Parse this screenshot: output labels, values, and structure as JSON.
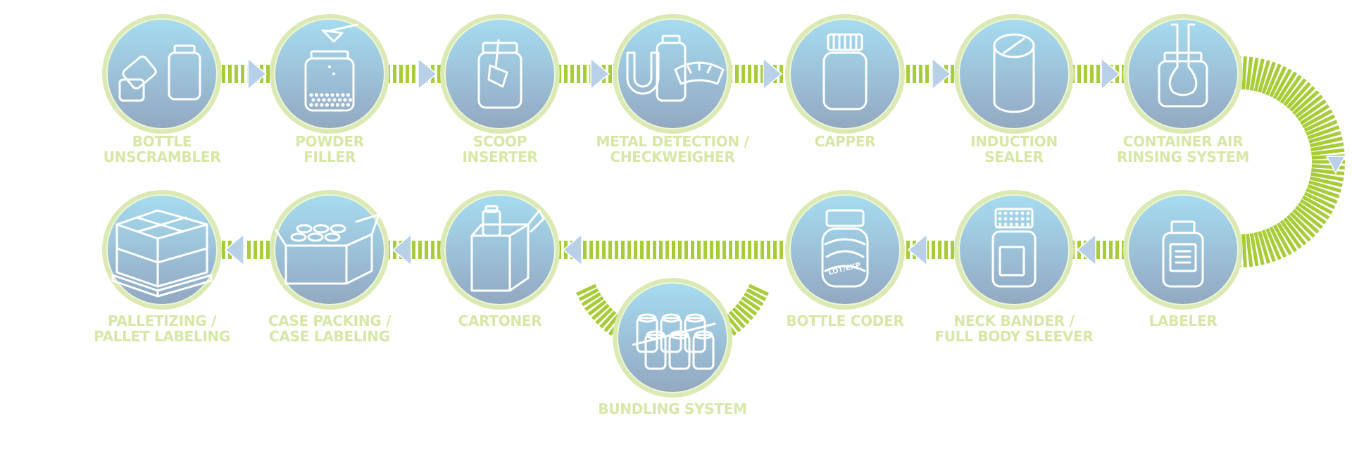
{
  "colors": {
    "accent_green": "#a8cc38",
    "label_green": "#d6e7a7",
    "ring_green": "#dbe9b3",
    "circle_top": "#a6dcf0",
    "circle_bottom": "#94aac2",
    "arrow_blue": "#b9d1e8",
    "icon_white": "#ffffff"
  },
  "steps": [
    {
      "id": "bottle-unscrambler",
      "label": [
        "BOTTLE",
        "UNSCRAMBLER"
      ],
      "icon": "bottles-tipped-icon"
    },
    {
      "id": "powder-filler",
      "label": [
        "POWDER",
        "FILLER"
      ],
      "icon": "powder-jar-icon"
    },
    {
      "id": "scoop-inserter",
      "label": [
        "SCOOP",
        "INSERTER"
      ],
      "icon": "jar-scoop-icon"
    },
    {
      "id": "metal-detection-checkweigher",
      "label": [
        "METAL DETECTION /",
        "CHECKWEIGHER"
      ],
      "icon": "magnet-scale-icon"
    },
    {
      "id": "capper",
      "label": [
        "CAPPER"
      ],
      "icon": "capped-jar-icon"
    },
    {
      "id": "induction-sealer",
      "label": [
        "INDUCTION",
        "SEALER"
      ],
      "icon": "sealed-canister-icon"
    },
    {
      "id": "container-air-rinsing-system",
      "label": [
        "CONTAINER AIR",
        "RINSING SYSTEM"
      ],
      "icon": "air-nozzle-icon"
    },
    {
      "id": "labeler",
      "label": [
        "LABELER"
      ],
      "icon": "labeled-bottle-icon"
    },
    {
      "id": "neck-bander-full-body-sleever",
      "label": [
        "NECK BANDER /",
        "FULL BODY SLEEVER"
      ],
      "icon": "sleeved-bottle-icon"
    },
    {
      "id": "bottle-coder",
      "label": [
        "BOTTLE CODER"
      ],
      "icon": "coded-bottle-icon",
      "code_text": "LOT/EXP"
    },
    {
      "id": "bundling-system",
      "label": [
        "BUNDLING SYSTEM"
      ],
      "icon": "bundle-pack-icon"
    },
    {
      "id": "cartoner",
      "label": [
        "CARTONER"
      ],
      "icon": "carton-box-icon"
    },
    {
      "id": "case-packing-case-labeling",
      "label": [
        "CASE PACKING /",
        "CASE LABELING"
      ],
      "icon": "open-case-icon"
    },
    {
      "id": "palletizing-pallet-labeling",
      "label": [
        "PALLETIZING /",
        "PALLET LABELING"
      ],
      "icon": "pallet-boxes-icon"
    }
  ]
}
